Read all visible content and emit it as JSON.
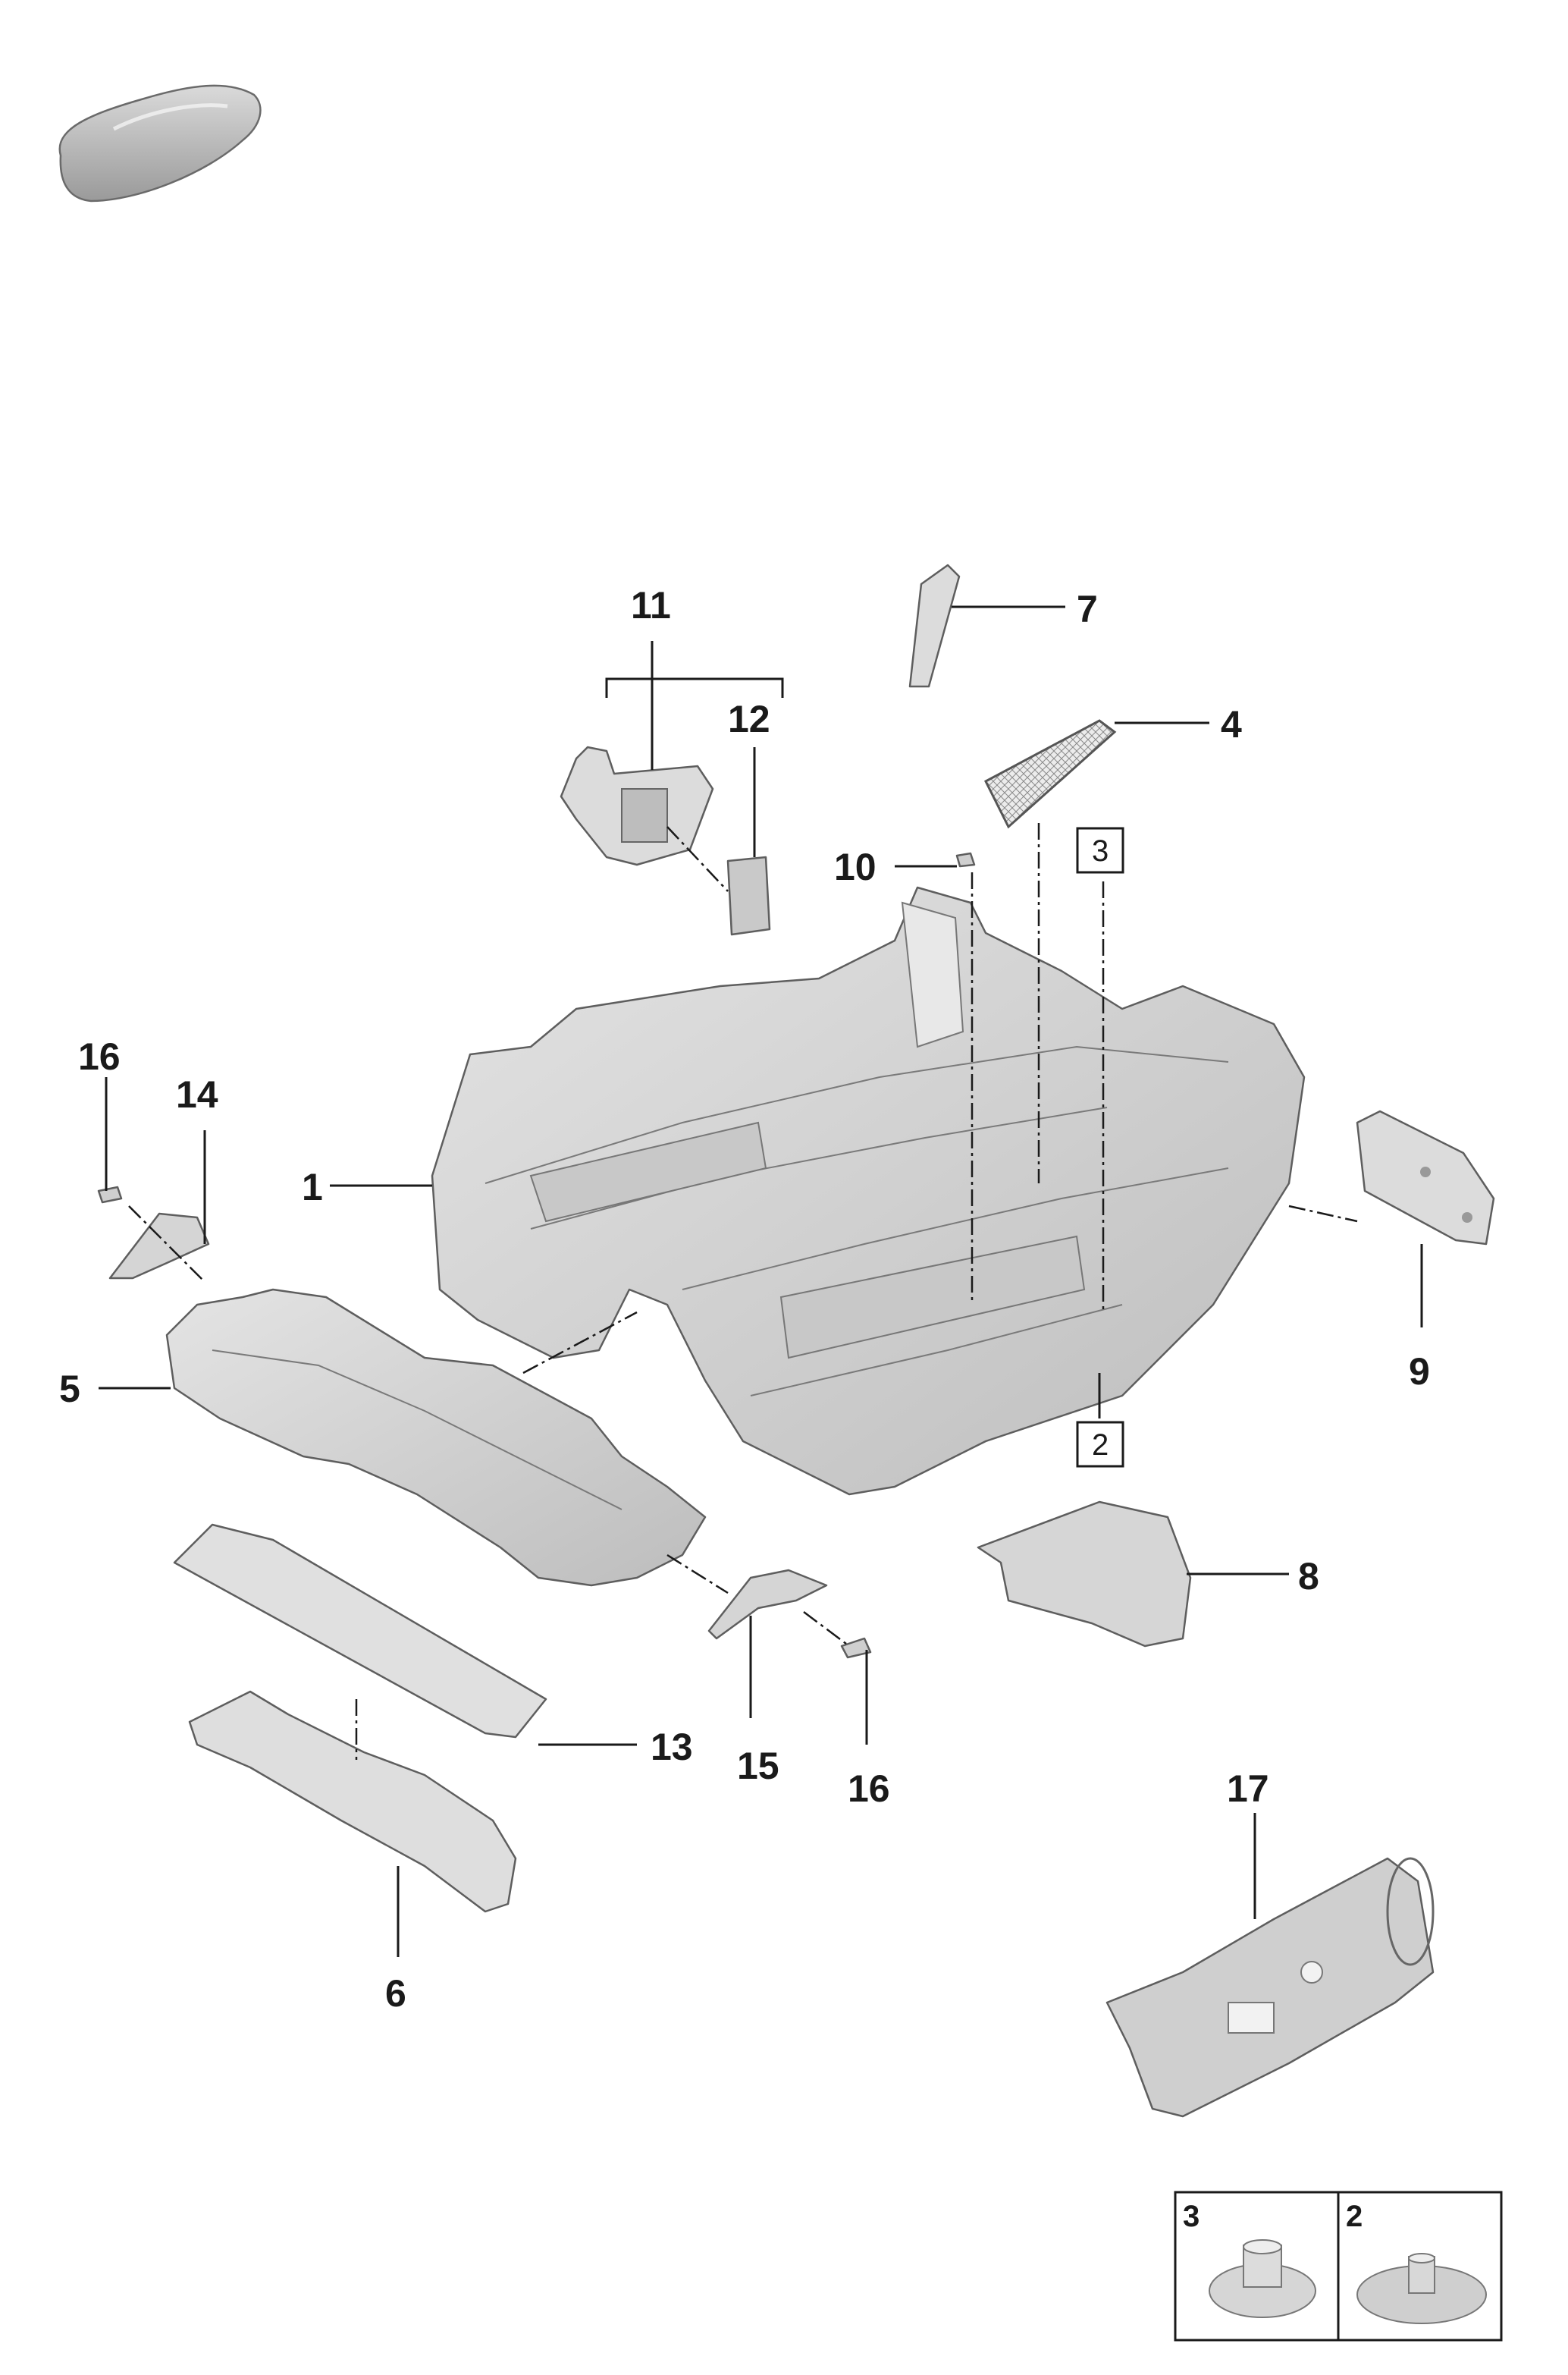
{
  "callouts": {
    "c1": "1",
    "c4": "4",
    "c5": "5",
    "c6": "6",
    "c7": "7",
    "c8": "8",
    "c9": "9",
    "c10": "10",
    "c11": "11",
    "c12": "12",
    "c13": "13",
    "c14": "14",
    "c15": "15",
    "c16a": "16",
    "c16b": "16",
    "c17": "17"
  },
  "boxed_refs": {
    "ref3": "3",
    "ref2": "2"
  },
  "legend": {
    "item3": "3",
    "item2": "2"
  },
  "colors": {
    "part_fill": "#d9d9d9",
    "part_shadow": "#b5b5b5",
    "line": "#1a1a1a"
  }
}
